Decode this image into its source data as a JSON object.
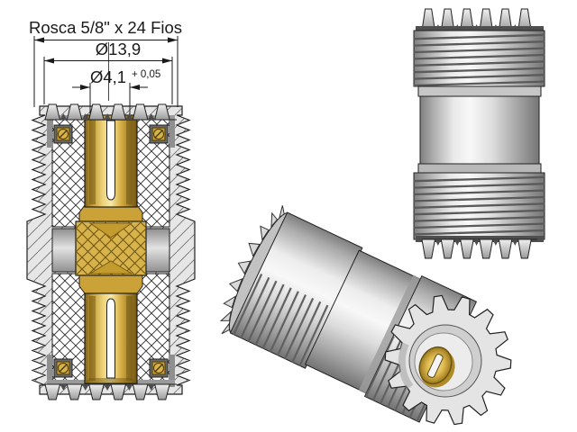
{
  "drawing": {
    "callouts": {
      "thread_spec": "Rosca 5/8\" x 24 Fios",
      "outer_dia": "Ø13,9",
      "socket_dia": "Ø4,1",
      "socket_tol": "+ 0,05"
    },
    "colors": {
      "line": "#1f1f1f",
      "metal_light": "#E6E6E6",
      "metal_mid": "#C6C6C6",
      "metal_dark": "#6F6F6F",
      "brass_mid": "#D8B24A",
      "brass_light": "#F6E8AA",
      "brass_dark": "#6E5413",
      "insulator": "#FFFFFF",
      "background": "#FFFFFF"
    }
  }
}
